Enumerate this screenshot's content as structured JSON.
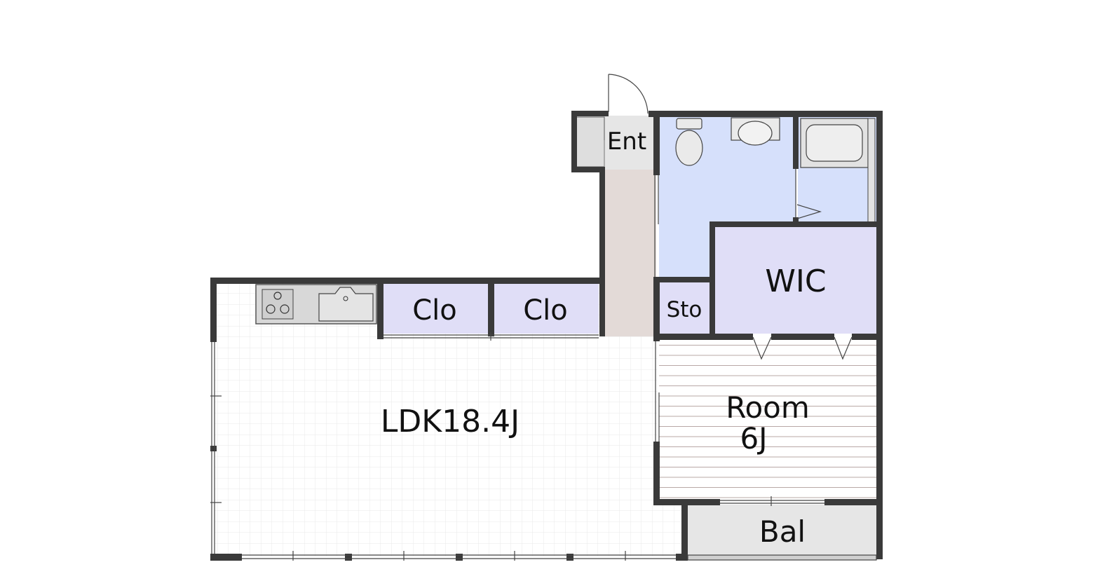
{
  "floor_plan": {
    "rooms": {
      "entrance": {
        "label": "Ent"
      },
      "closet_1": {
        "label": "Clo"
      },
      "closet_2": {
        "label": "Clo"
      },
      "storage": {
        "label": "Sto"
      },
      "walk_in_closet": {
        "label": "WIC"
      },
      "ldk": {
        "label": "LDK18.4J"
      },
      "room": {
        "label_line1": "Room",
        "label_line2": "6J"
      },
      "balcony": {
        "label": "Bal"
      }
    },
    "colors": {
      "wall": "#3a3a3a",
      "wet_area": "#d6e0fb",
      "closet": "#e0def7",
      "hallway": "#e3dad7",
      "entrance": "#e6e6e6",
      "balcony": "#e6e6e6",
      "ldk_grid": "#e9e9e9",
      "room_stripe": "#b9a8a6",
      "counter": "#d8d8d8"
    }
  }
}
